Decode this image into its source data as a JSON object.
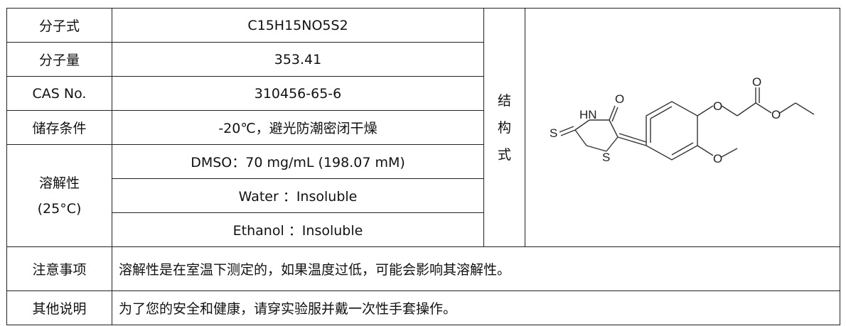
{
  "rows": {
    "formula": {
      "label": "分子式",
      "value": "C15H15NO5S2"
    },
    "weight": {
      "label": "分子量",
      "value": "353.41"
    },
    "cas": {
      "label": "CAS No.",
      "value": "310456-65-6"
    },
    "storage": {
      "label": "储存条件",
      "value": "-20℃，避光防潮密闭干燥"
    }
  },
  "structure": {
    "label_chars": [
      "结",
      "构",
      "式"
    ],
    "atoms": {
      "o1": "O",
      "o2": "O",
      "o3": "O",
      "o4": "O",
      "o5": "O",
      "hn": "HN",
      "s1": "S",
      "s2": "S"
    }
  },
  "solubility": {
    "label_line1": "溶解性",
    "label_line2": "(25°C)",
    "dmso": "DMSO：70 mg/mL (198.07 mM)",
    "water": "Water ：Insoluble",
    "ethanol": "Ethanol ：Insoluble"
  },
  "notes": {
    "label": "注意事项",
    "text": "溶解性是在室温下测定的，如果温度过低，可能会影响其溶解性。"
  },
  "other": {
    "label": "其他说明",
    "text": "为了您的安全和健康，请穿实验服并戴一次性手套操作。"
  }
}
